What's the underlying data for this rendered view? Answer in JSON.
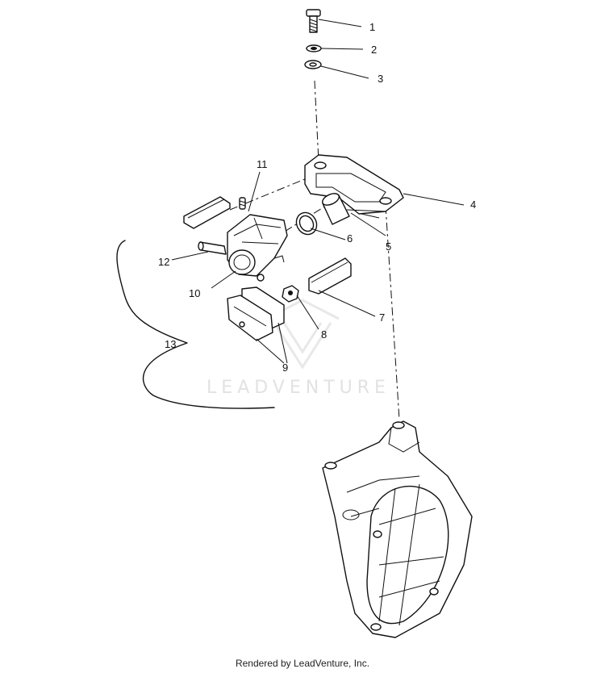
{
  "callouts": [
    "1",
    "2",
    "3",
    "4",
    "5",
    "6",
    "7",
    "8",
    "9",
    "10",
    "11",
    "12",
    "13"
  ],
  "watermark": {
    "text": "LEADVENTURE"
  },
  "footer": {
    "text": "Rendered by LeadVenture, Inc."
  }
}
